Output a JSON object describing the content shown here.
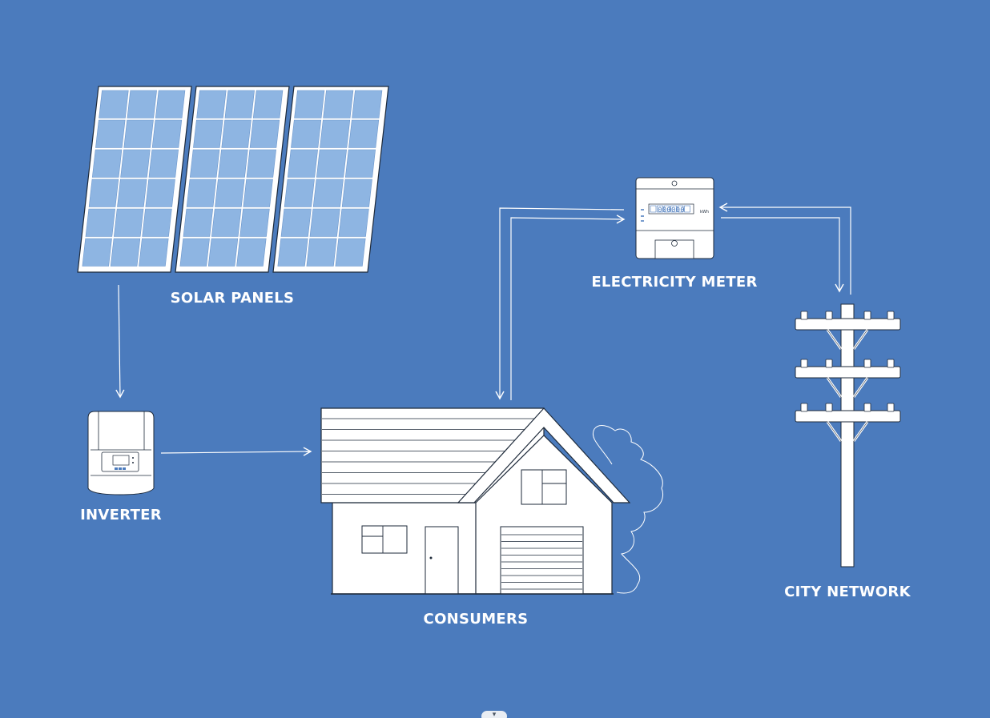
{
  "diagram": {
    "background": "#4b7bbd",
    "line_color": "#ffffff",
    "panel_cell_color": "#8eb5e2",
    "nodes": {
      "solar_panels": {
        "label": "SOLAR PANELS",
        "icon": "solar-panel-icon"
      },
      "inverter": {
        "label": "INVERTER",
        "icon": "inverter-icon"
      },
      "consumers": {
        "label": "CONSUMERS",
        "icon": "house-icon"
      },
      "electricity_meter": {
        "label": "ELECTRICITY METER",
        "icon": "electricity-meter-icon",
        "display": "000000",
        "unit": "kWh"
      },
      "city_network": {
        "label": "CITY NETWORK",
        "icon": "utility-pole-icon"
      }
    },
    "edges": [
      {
        "from": "solar_panels",
        "to": "inverter"
      },
      {
        "from": "inverter",
        "to": "consumers"
      },
      {
        "from": "consumers",
        "to": "electricity_meter"
      },
      {
        "from": "electricity_meter",
        "to": "consumers"
      },
      {
        "from": "electricity_meter",
        "to": "city_network"
      },
      {
        "from": "city_network",
        "to": "electricity_meter"
      }
    ]
  },
  "ui": {
    "scroll_handle_glyph": "▾"
  }
}
